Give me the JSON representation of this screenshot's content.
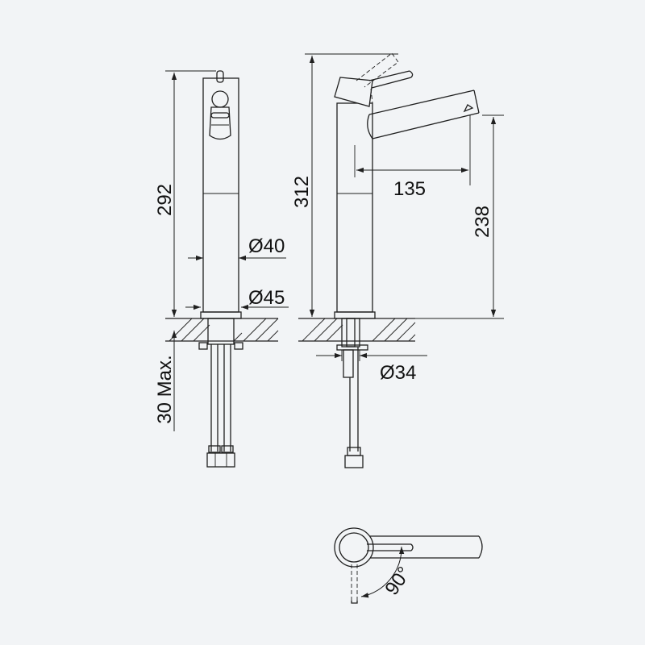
{
  "dimensions": {
    "front_height": "292",
    "side_height": "312",
    "spout_reach": "135",
    "spout_height": "238",
    "body_diameter": "Ø40",
    "base_diameter": "Ø45",
    "hole_diameter": "Ø34",
    "max_counter_thickness": "30 Max.",
    "swivel_angle": "90°"
  }
}
